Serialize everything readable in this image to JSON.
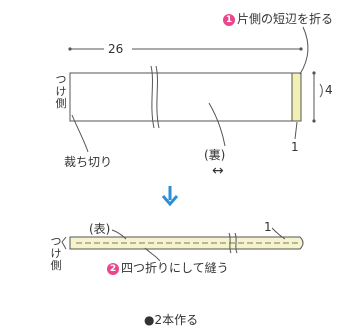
{
  "step1": {
    "number": "1",
    "instruction": "片側の短辺を折る",
    "length_label": "26",
    "width_label": "4",
    "attach_side_chars": [
      "つ",
      "け",
      "側"
    ],
    "cut_edge_label": "裁ち切り",
    "back_label": "(裏)",
    "fold_label": "1",
    "direction_arrow": "↔"
  },
  "step2": {
    "number": "2",
    "front_label": "(表)",
    "fold_label": "1",
    "attach_side_chars": [
      "つ",
      "け",
      "側"
    ],
    "instruction": "四つ折りにして縫う"
  },
  "note": "●2本作る",
  "colors": {
    "accent_pink": "#e8478b",
    "arrow_blue": "#2a8fd6",
    "fold_yellow": "#f2f0b4",
    "strip_yellow": "#f6f4cc",
    "line": "#555555"
  }
}
